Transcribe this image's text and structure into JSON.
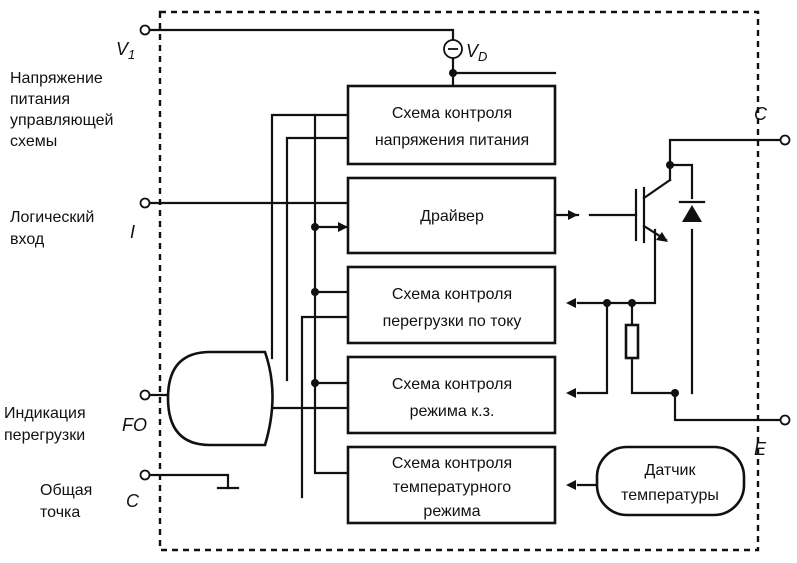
{
  "pins": {
    "v1": "V",
    "v1_sub": "1",
    "vd": "V",
    "vd_sub": "D",
    "i": "I",
    "fo": "FO",
    "c_gnd": "C",
    "c_collector": "C",
    "e": "E"
  },
  "labels": {
    "supply": [
      "Напряжение",
      "питания",
      "управляющей",
      "схемы"
    ],
    "logic_input": [
      "Логический",
      "вход"
    ],
    "overload": [
      "Индикация",
      "перегрузки"
    ],
    "common": [
      "Общая",
      "точка"
    ]
  },
  "blocks": {
    "supply_monitor": [
      "Схема контроля",
      "напряжения питания"
    ],
    "driver": [
      "Драйвер"
    ],
    "overcurrent": [
      "Схема контроля",
      "перегрузки по току"
    ],
    "short_circuit": [
      "Схема контроля",
      "режима к.з."
    ],
    "thermal": [
      "Схема контроля",
      "температурного",
      "режима"
    ],
    "temp_sensor": [
      "Датчик",
      "температуры"
    ]
  }
}
